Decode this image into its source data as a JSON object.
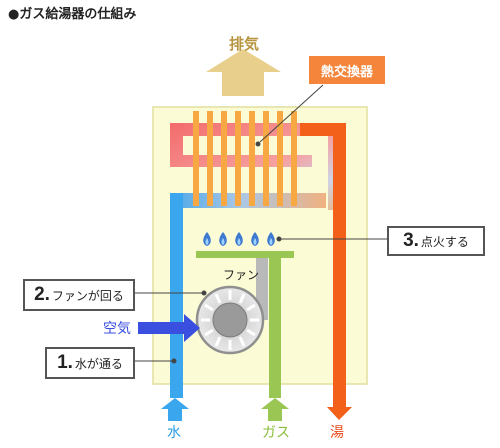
{
  "title": "●ガス給湯器の仕組み",
  "labels": {
    "exhaust": "排気",
    "heat_exchanger": "熱交換器",
    "fan": "ファン",
    "air": "空気",
    "water": "水",
    "gas": "ガス",
    "hot_water": "湯"
  },
  "steps": [
    {
      "number": "1.",
      "text": "水が通る"
    },
    {
      "number": "2.",
      "text": "ファンが回る"
    },
    {
      "number": "3.",
      "text": "点火する"
    }
  ],
  "colors": {
    "housing": "#fbfbd5",
    "water": "#39a6ee",
    "hot_water": "#f3601a",
    "gas": "#9ac653",
    "exhaust": "#e8cf8b",
    "fins": "#f7a843",
    "air": "#3a4fe0",
    "flame": "#3f7ad0"
  }
}
